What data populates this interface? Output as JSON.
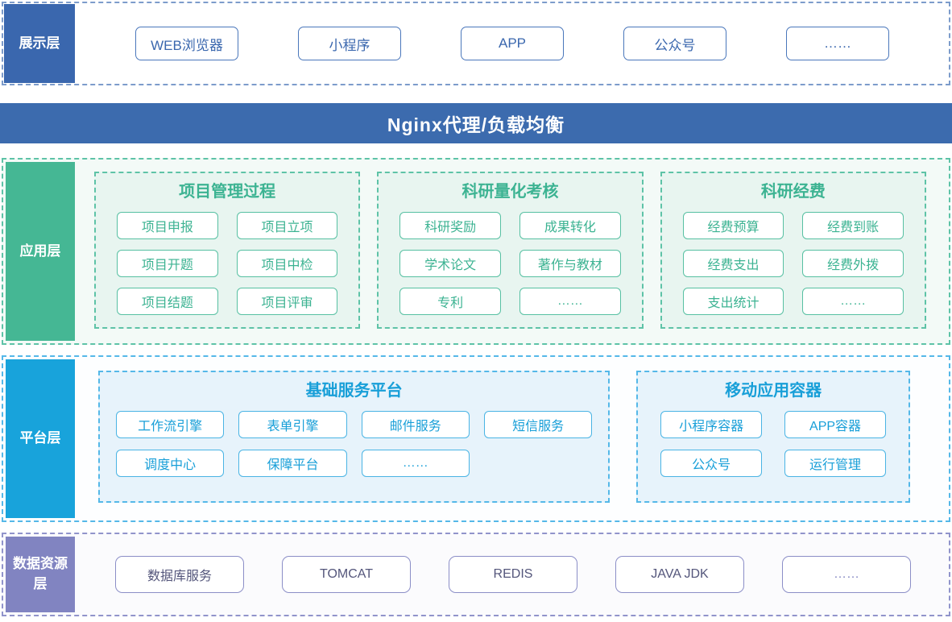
{
  "layers": {
    "display": {
      "label": "展示层",
      "items": [
        "WEB浏览器",
        "小程序",
        "APP",
        "公众号",
        "……"
      ]
    },
    "nginx": {
      "title": "Nginx代理/负载均衡"
    },
    "application": {
      "label": "应用层",
      "groups": [
        {
          "title": "项目管理过程",
          "items": [
            "项目申报",
            "项目立项",
            "项目开题",
            "项目中检",
            "项目结题",
            "项目评审"
          ]
        },
        {
          "title": "科研量化考核",
          "items": [
            "科研奖励",
            "成果转化",
            "学术论文",
            "著作与教材",
            "专利",
            "……"
          ]
        },
        {
          "title": "科研经费",
          "items": [
            "经费预算",
            "经费到账",
            "经费支出",
            "经费外拨",
            "支出统计",
            "……"
          ]
        }
      ]
    },
    "platform": {
      "label": "平台层",
      "groups": [
        {
          "title": "基础服务平台",
          "items": [
            "工作流引擎",
            "表单引擎",
            "邮件服务",
            "短信服务",
            "调度中心",
            "保障平台",
            "……"
          ]
        },
        {
          "title": "移动应用容器",
          "items": [
            "小程序容器",
            "APP容器",
            "公众号",
            "运行管理"
          ]
        }
      ]
    },
    "data": {
      "label": "数据资源层",
      "items": [
        "数据库服务",
        "TOMCAT",
        "REDIS",
        "JAVA JDK",
        "……"
      ]
    }
  },
  "colors": {
    "blue-label": "#3A67AE",
    "blue-border": "#4A77BB",
    "blue-dash": "#7D9CCB",
    "banner-bg": "#3C6BAE",
    "green-label": "#45B794",
    "green-text": "#3CB392",
    "green-border": "#57C0A2",
    "green-dash": "#5EC3A7",
    "green-row-bg": "#F3FAF7",
    "green-panel-bg": "#E8F5F0",
    "cyan-label": "#18A3DB",
    "cyan-text": "#189FD8",
    "cyan-border": "#4AB4E4",
    "cyan-dash": "#55B8E8",
    "cyan-panel-bg": "#E7F3FB",
    "purple-label": "#8184C1",
    "purple-border": "#8B8EC7",
    "purple-dash": "#9194CB",
    "purple-text": "#54567B"
  }
}
